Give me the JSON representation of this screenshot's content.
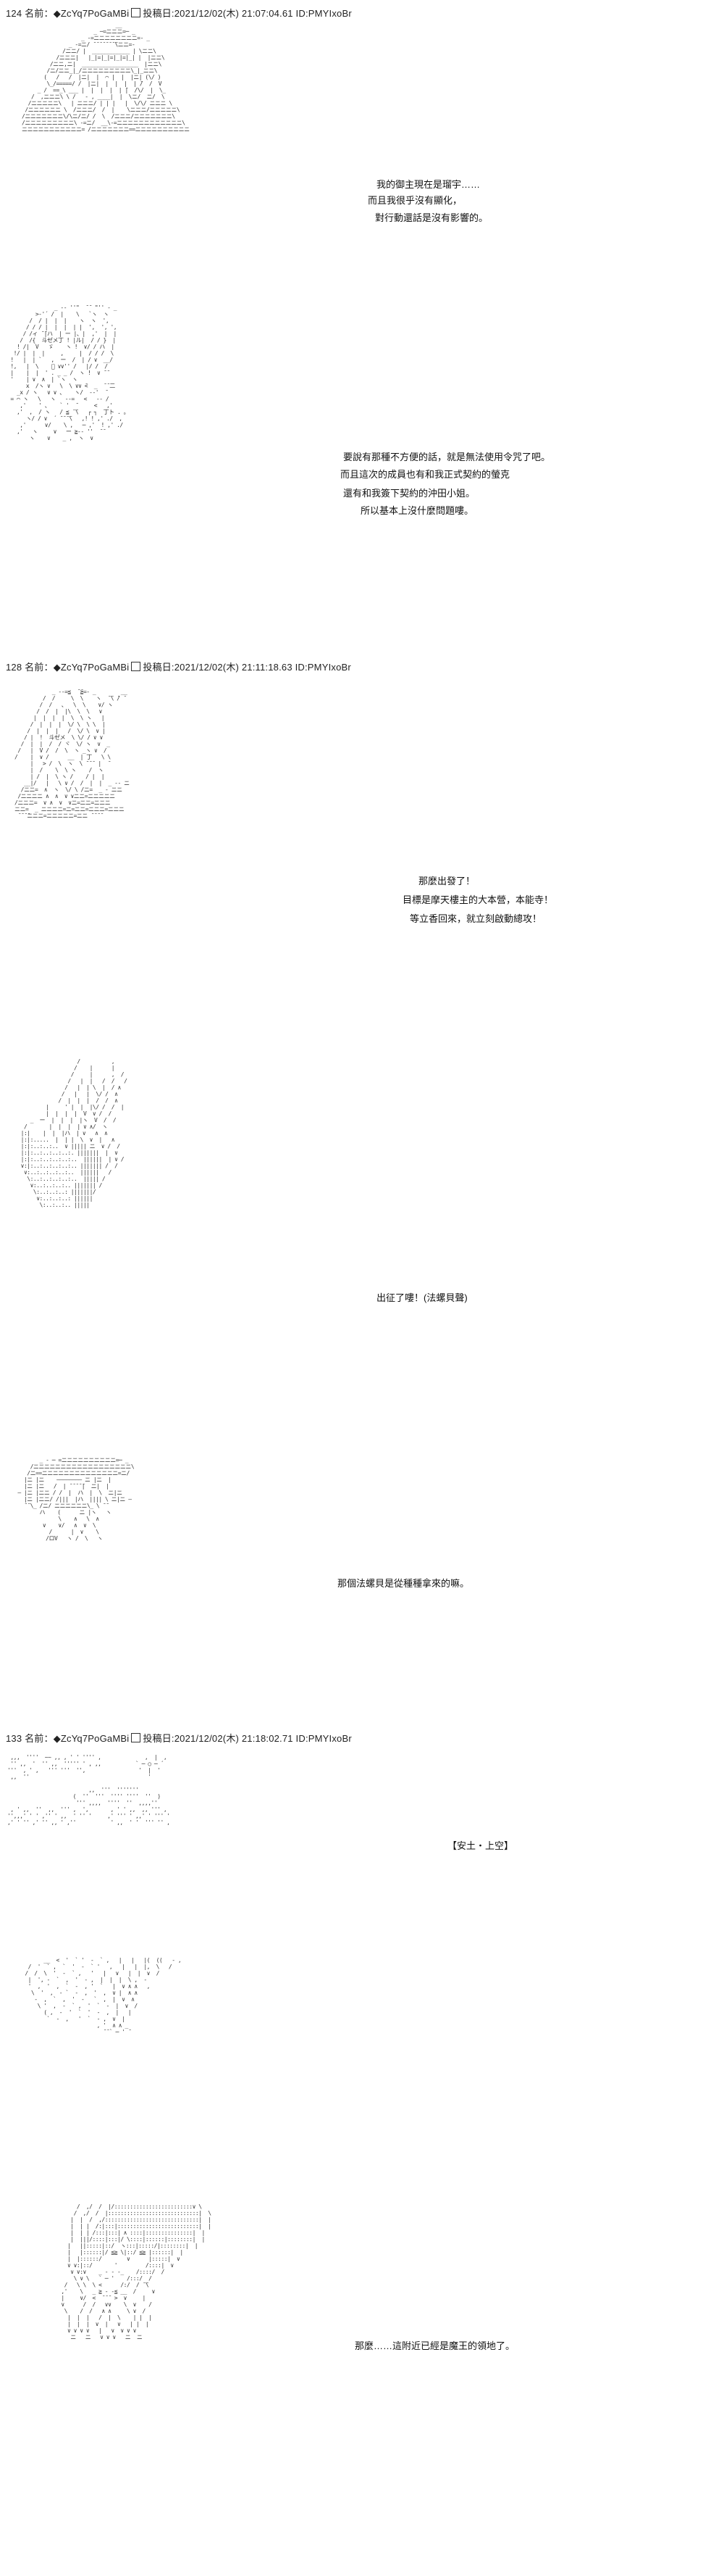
{
  "posts": [
    {
      "header": "124 名前：◆ZcYq7PoGaMBi",
      "meta": "投稿日:2021/12/02(木) 21:07:04.61 ID:PMYIxoBr",
      "lines": [
        "我的御主現在是瑠宇……",
        "而且我很乎沒有顯化，",
        "對行動還話是沒有影響的。"
      ],
      "lines2": [
        "要說有那種不方便的話，就是無法使用令咒了吧。",
        "而且這次的成員也有和我正式契約的螢克",
        "還有和我簽下契約的沖田小姐。",
        "所以基本上沒什麼問題嘍。"
      ]
    },
    {
      "header": "128 名前：◆ZcYq7PoGaMBi",
      "meta": "投稿日:2021/12/02(木) 21:11:18.63 ID:PMYIxoBr",
      "lines": [
        "那麼出發了！",
        "目標是摩天樓主的大本營，本能寺！",
        "等立香回來，就立刻啟動總攻！"
      ],
      "lines2": [
        "出征了嘍！(法螺貝聲)"
      ],
      "lines3": [
        "那個法螺貝是從種種拿來的嘛。"
      ]
    },
    {
      "header": "133 名前：◆ZcYq7PoGaMBi",
      "meta": "投稿日:2021/12/02(木) 21:18:02.71 ID:PMYIxoBr",
      "lines": [
        "【安土・上空】"
      ],
      "lines2": [
        "那麼……這附近已經是魔王的領地了。"
      ]
    }
  ]
}
